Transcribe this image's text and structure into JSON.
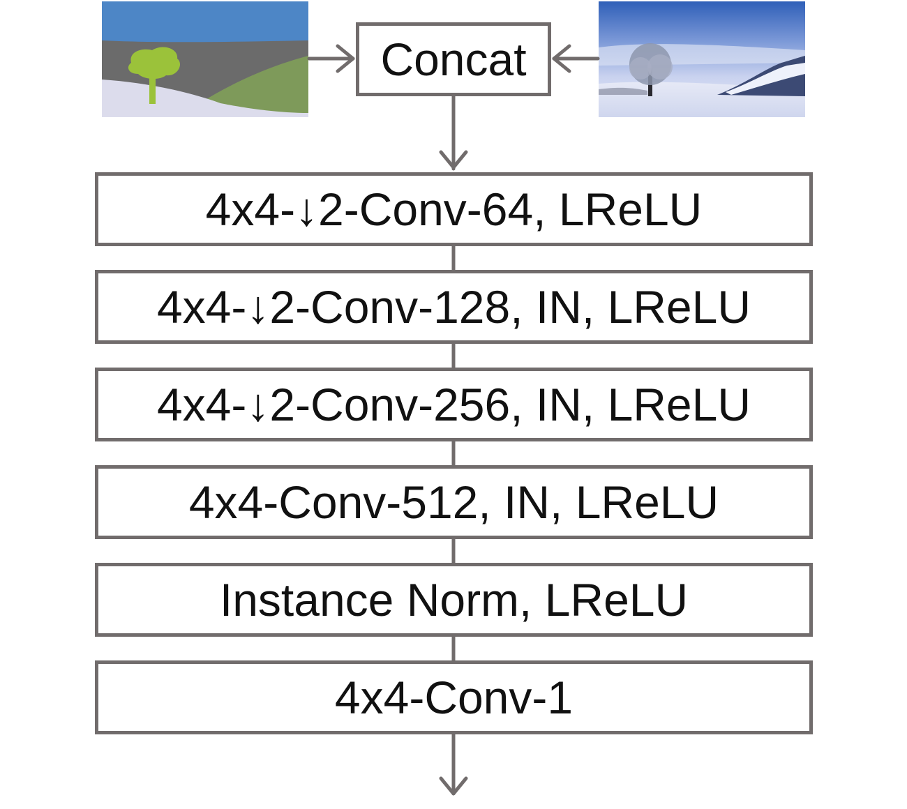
{
  "concat": {
    "label": "Concat"
  },
  "layers": [
    {
      "label": "4x4-↓2-Conv-64, LReLU"
    },
    {
      "label": "4x4-↓2-Conv-128, IN, LReLU"
    },
    {
      "label": "4x4-↓2-Conv-256, IN, LReLU"
    },
    {
      "label": "4x4-Conv-512, IN, LReLU"
    },
    {
      "label": "Instance Norm, LReLU"
    },
    {
      "label": "4x4-Conv-1"
    }
  ],
  "colors": {
    "box_border": "#716c6c",
    "arrow": "#716c6c",
    "text": "#111111"
  }
}
